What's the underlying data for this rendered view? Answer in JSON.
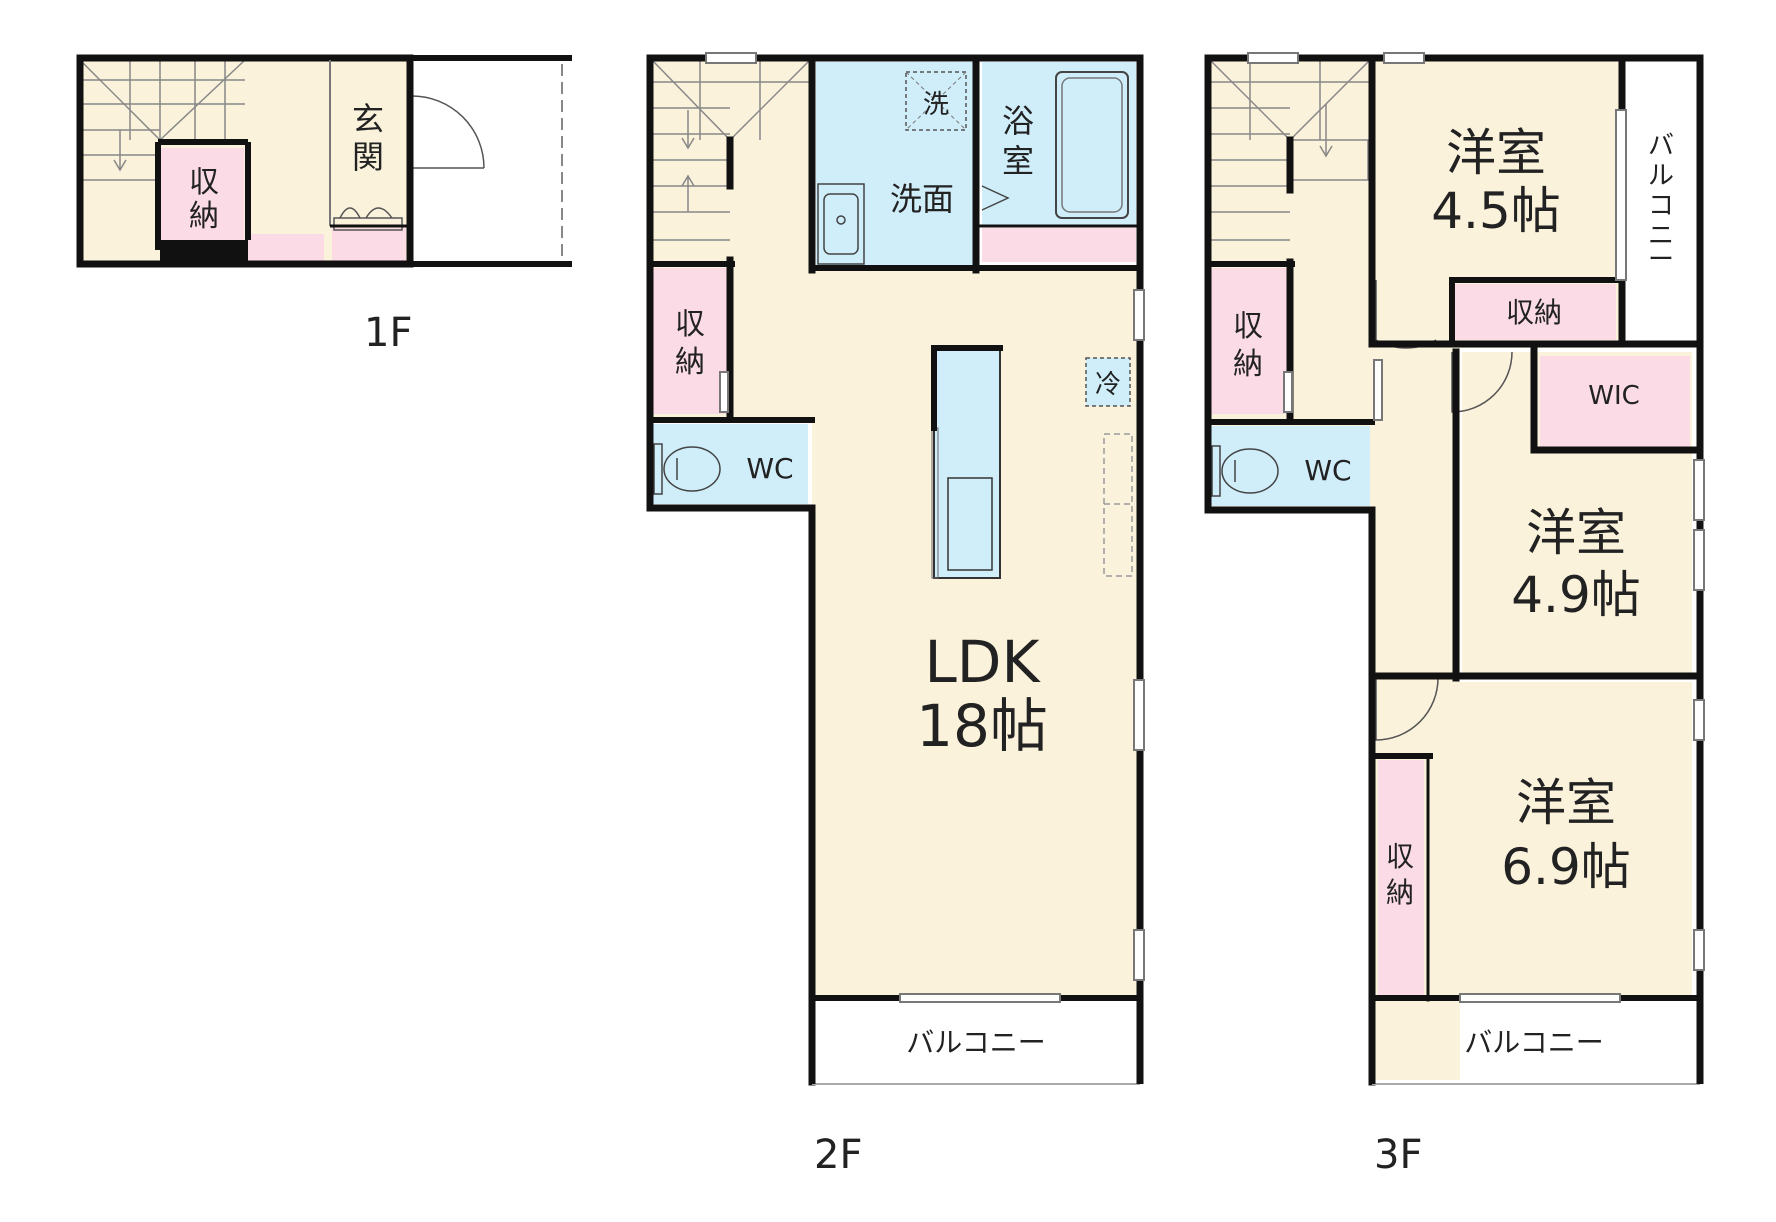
{
  "floors": {
    "f1": {
      "label": "1F",
      "storage": [
        "収",
        "納"
      ],
      "entrance": [
        "玄",
        "関"
      ]
    },
    "f2": {
      "label": "2F",
      "wash_mark": "洗",
      "bath": [
        "浴",
        "室"
      ],
      "washroom": "洗面",
      "storage": [
        "収",
        "納"
      ],
      "wc": "WC",
      "fridge_mark": "冷",
      "ldk_name": "LDK",
      "ldk_size": "18帖",
      "balcony": "バルコニー"
    },
    "f3": {
      "label": "3F",
      "room1_name": "洋室",
      "room1_size": "4.5帖",
      "side_balcony": [
        "バ",
        "ル",
        "コ",
        "ニ",
        "ー"
      ],
      "room1_storage": "収納",
      "wic": "WIC",
      "hall_storage": [
        "収",
        "納"
      ],
      "wc": "WC",
      "room2_name": "洋室",
      "room2_size": "4.9帖",
      "room3_name": "洋室",
      "room3_size": "6.9帖",
      "room3_storage": [
        "収",
        "納"
      ],
      "balcony": "バルコニー"
    }
  },
  "colors": {
    "floor": "#fbf2dc",
    "wet": "#cfeefa",
    "storage": "#fadbe6",
    "wall": "#111111",
    "thin": "#777777"
  }
}
